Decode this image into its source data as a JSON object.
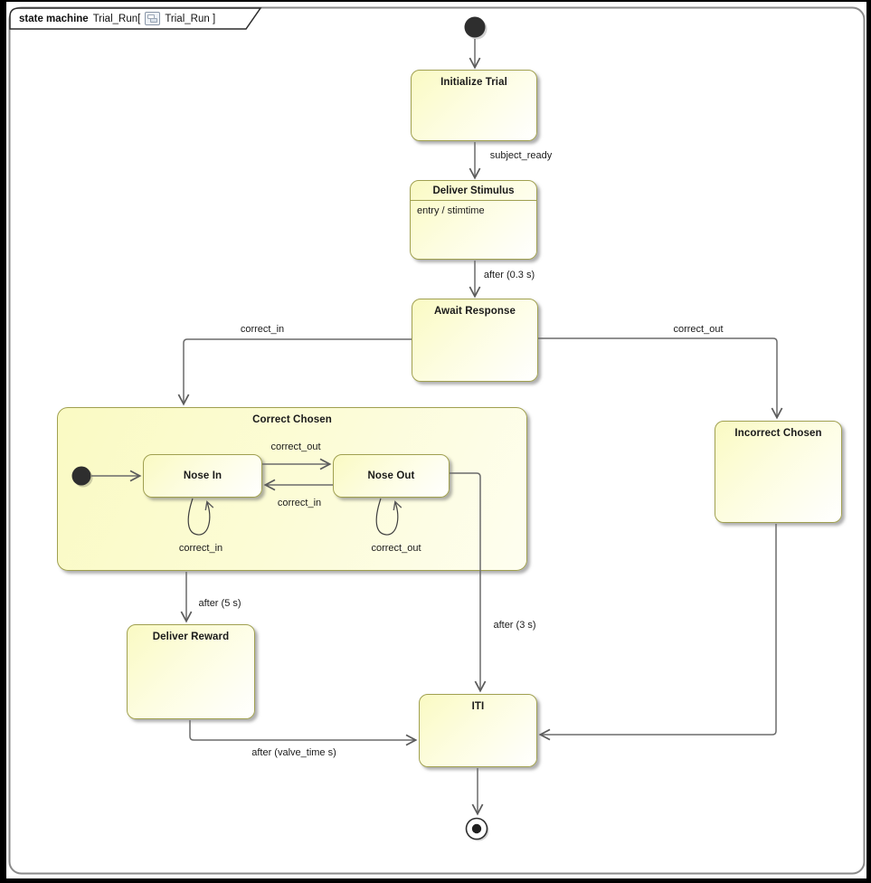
{
  "diagram": {
    "kind_keyword": "state machine",
    "name_part": "Trial_Run[",
    "ref_part": "Trial_Run ]",
    "icon": "state-machine-diagram-icon"
  },
  "states": {
    "initialize_trial": "Initialize Trial",
    "deliver_stimulus": "Deliver Stimulus",
    "deliver_stimulus_entry": "entry / stimtime",
    "await_response": "Await Response",
    "correct_chosen": "Correct Chosen",
    "nose_in": "Nose In",
    "nose_out": "Nose Out",
    "incorrect_chosen": "Incorrect Chosen",
    "deliver_reward": "Deliver Reward",
    "iti": "ITI"
  },
  "transitions": {
    "subject_ready": "subject_ready",
    "after_stimulus": "after (0.3 s)",
    "correct_in_enter": "correct_in",
    "correct_out_enter": "correct_out",
    "nose_in_to_out": "correct_out",
    "nose_out_to_in": "correct_in",
    "nose_in_self": "correct_in",
    "nose_out_self": "correct_out",
    "after_5s": "after (5 s)",
    "after_3s": "after (3 s)",
    "after_valve": "after (valve_time s)"
  },
  "colors": {
    "state_fill_start": "#fafac3",
    "state_fill_end": "#ffffff",
    "state_border": "#a0a050",
    "edge": "#6b6b6b",
    "pseudostate": "#2e2e2e",
    "frame_border": "#8a8a8a",
    "outer_background": "#000000",
    "canvas": "#ffffff"
  }
}
